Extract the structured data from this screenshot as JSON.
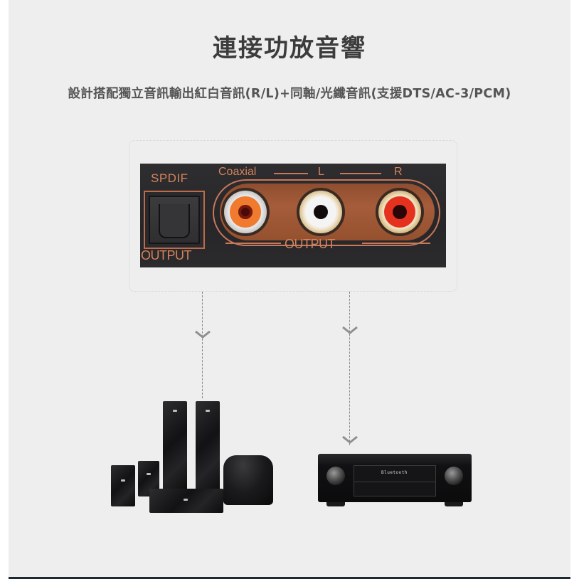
{
  "header": {
    "title": "連接功放音響",
    "subtitle": "設計搭配獨立音訊輸出紅白音訊(R/L)+同軸/光纖音訊(支援DTS/AC-3/PCM)"
  },
  "panel": {
    "spdif_label": "SPDIF",
    "spdif_output_label": "OUTPUT",
    "coaxial_label": "Coaxial",
    "left_label": "L",
    "right_label": "R",
    "rca_output_label": "OUTPUT",
    "jacks": [
      {
        "name": "coaxial",
        "insert_color": "#f07a2e"
      },
      {
        "name": "left",
        "insert_color": "#f4f4f4"
      },
      {
        "name": "right",
        "insert_color": "#e5321e"
      }
    ],
    "label_color": "#d4835d"
  },
  "devices": {
    "left_device": "home-theater-speaker-set",
    "right_device": "av-receiver",
    "receiver_display_text": "Bluetooth"
  },
  "colors": {
    "background": "#eeeeee",
    "title": "#3c3c3c",
    "subtitle": "#555555",
    "connector_line": "#8a8a8a"
  }
}
